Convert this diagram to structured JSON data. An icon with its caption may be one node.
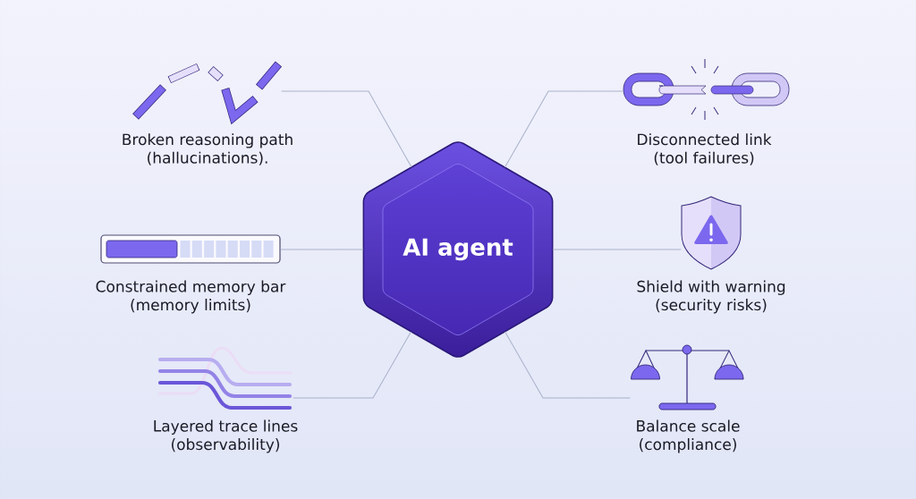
{
  "diagram": {
    "nodes": [
      {
        "text": [
          "AI agent"
        ]
      },
      {
        "text": [],
        "shape": "picture",
        "beside": [
          "Broken reasoning path (hallucinations)."
        ]
      },
      {
        "text": [],
        "shape": "picture",
        "beside": [
          "Disconnected link (tool failures)"
        ]
      },
      {
        "text": [],
        "shape": "picture",
        "beside": [
          "Constrained memory bar (memory limits)"
        ]
      },
      {
        "text": [],
        "shape": "picture",
        "beside": [
          "Shield with warning (security risks)"
        ]
      },
      {
        "text": [],
        "shape": "picture",
        "beside": [
          "Layered trace lines (observability)"
        ]
      },
      {
        "text": [],
        "shape": "picture",
        "beside": [
          "Balance scale (compliance)"
        ]
      }
    ],
    "edges": [
      {
        "from": 0,
        "to": 1,
        "arrow": "none"
      },
      {
        "from": 0,
        "to": 2,
        "arrow": "none"
      },
      {
        "from": 0,
        "to": 3,
        "arrow": "none"
      },
      {
        "from": 0,
        "to": 4,
        "arrow": "none"
      },
      {
        "from": 0,
        "to": 5,
        "arrow": "none"
      },
      {
        "from": 0,
        "to": 6,
        "arrow": "none"
      }
    ]
  }
}
